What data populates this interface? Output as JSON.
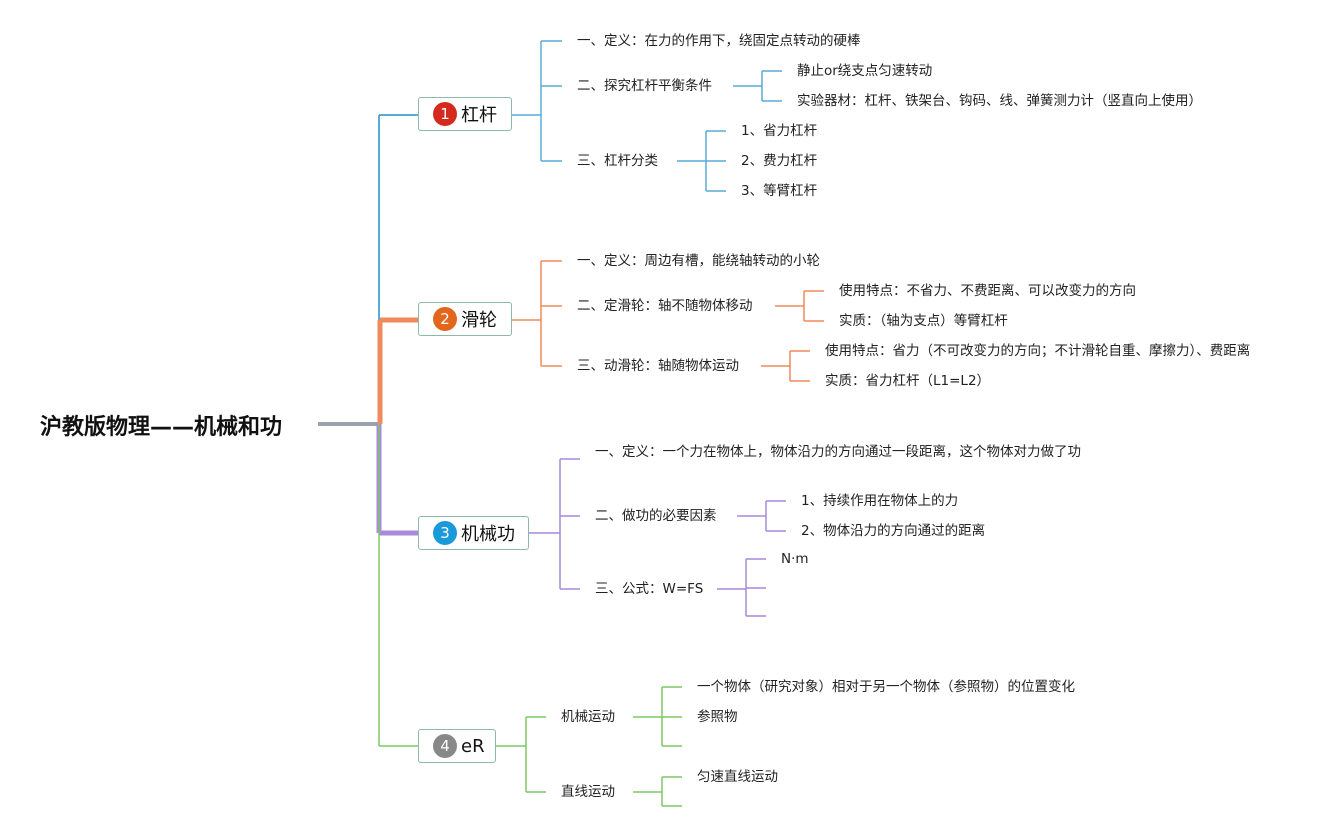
{
  "root": {
    "title": "沪教版物理——机械和功"
  },
  "topics": [
    {
      "num": "1",
      "label": "杠杆",
      "color": "#5aaad8",
      "badge": "#d42a1e",
      "items": [
        {
          "text": "一、定义：在力的作用下，绕固定点转动的硬棒",
          "children": []
        },
        {
          "text": "二、探究杠杆平衡条件",
          "children": [
            "静止or绕支点匀速转动",
            "实验器材：杠杆、铁架台、钩码、线、弹簧测力计（竖直向上使用）"
          ]
        },
        {
          "text": "三、杠杆分类",
          "children": [
            "1、省力杠杆",
            "2、费力杠杆",
            "3、等臂杠杆"
          ]
        }
      ]
    },
    {
      "num": "2",
      "label": "滑轮",
      "color": "#ef8a5c",
      "badge": "#e2661b",
      "items": [
        {
          "text": "一、定义：周边有槽，能绕轴转动的小轮",
          "children": []
        },
        {
          "text": "二、定滑轮：轴不随物体移动",
          "children": [
            "使用特点：不省力、不费距离、可以改变力的方向",
            "实质：（轴为支点）等臂杠杆"
          ]
        },
        {
          "text": "三、动滑轮：轴随物体运动",
          "children": [
            "使用特点：省力（不可改变力的方向；不计滑轮自重、摩擦力）、费距离",
            "实质：省力杠杆（L1=L2）"
          ]
        }
      ]
    },
    {
      "num": "3",
      "label": "机械功",
      "color": "#a78ad8",
      "badge": "#1a9ad8",
      "items": [
        {
          "text": "一、定义：一个力在物体上，物体沿力的方向通过一段距离，这个物体对力做了功",
          "children": []
        },
        {
          "text": "二、做功的必要因素",
          "children": [
            "1、持续作用在物体上的力",
            "2、物体沿力的方向通过的距离"
          ]
        },
        {
          "text": "三、公式：W=FS",
          "children": [
            "N·m",
            "",
            ""
          ]
        }
      ]
    },
    {
      "num": "4",
      "label": "eR",
      "color": "#7cc864",
      "badge": "#888888",
      "items": [
        {
          "text": "机械运动",
          "children": [
            "一个物体（研究对象）相对于另一个物体（参照物）的位置变化",
            "参照物",
            ""
          ]
        },
        {
          "text": "直线运动",
          "children": [
            "匀速直线运动",
            ""
          ]
        }
      ]
    }
  ]
}
